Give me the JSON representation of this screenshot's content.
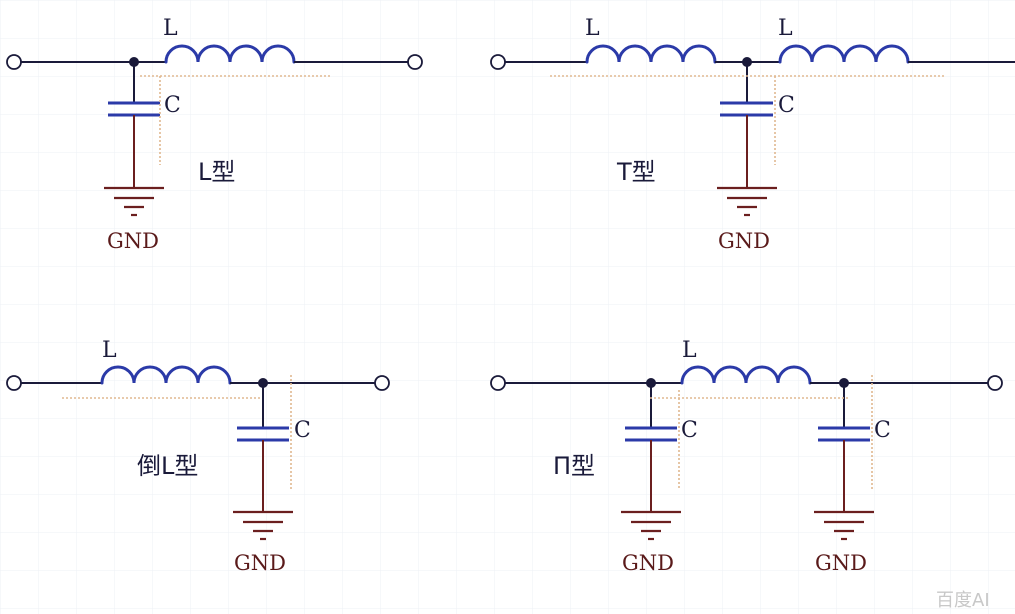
{
  "labels": {
    "inductor": "L",
    "capacitor": "C",
    "ground": "GND"
  },
  "types": {
    "l": "L型",
    "t": "T型",
    "inv_l": "倒L型",
    "pi": "Π型"
  },
  "watermark": "百度AI",
  "colors": {
    "wire": "#1a1a3a",
    "component": "#2b3aa8",
    "ground": "#6b1f1f",
    "grid": "#eef0f6",
    "trace": "#e0b890"
  }
}
